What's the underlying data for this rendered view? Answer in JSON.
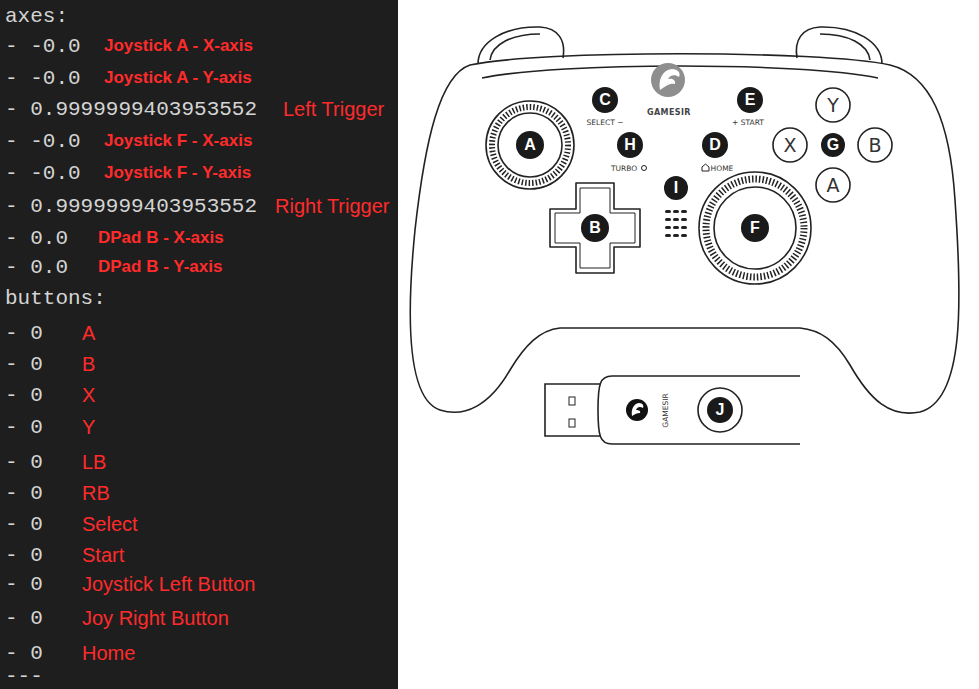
{
  "diagram": {
    "nodes": [
      {
        "text": [
          "A"
        ]
      },
      {
        "text": [
          "B"
        ]
      },
      {
        "text": [
          "C"
        ]
      },
      {
        "text": [
          "D"
        ]
      },
      {
        "text": [
          "E"
        ]
      },
      {
        "text": [
          "F"
        ]
      },
      {
        "text": [
          "G"
        ]
      },
      {
        "text": [
          "H"
        ]
      },
      {
        "text": [
          "I"
        ]
      },
      {
        "text": [
          "J"
        ]
      }
    ],
    "labels": [
      "axes:",
      "- -0.0",
      "Joystick A - X-axis",
      "- -0.0",
      "Joystick A - Y-axis",
      "- 0.9999999403953552",
      "Left Trigger",
      "- -0.0",
      "Joystick F - X-axis",
      "- -0.0",
      "Joystick F - Y-axis",
      "- 0.9999999403953552",
      "Right Trigger",
      "- 0.0",
      "DPad B - X-axis",
      "- 0.0",
      "DPad B - Y-axis",
      "buttons:",
      "- 0",
      "A",
      "- 0",
      "B",
      "- 0",
      "X",
      "- 0",
      "Y",
      "- 0",
      "LB",
      "- 0",
      "RB",
      "- 0",
      "Select",
      "- 0",
      "Start",
      "- 0",
      "Joystick Left Button",
      "- 0",
      "Joy Right Button",
      "- 0",
      "Home",
      "---",
      "SELECT −",
      "GAMESIR",
      "+ START",
      "TURBO",
      "HOME",
      "Y",
      "X",
      "B",
      "A",
      "GAMESIR"
    ]
  }
}
